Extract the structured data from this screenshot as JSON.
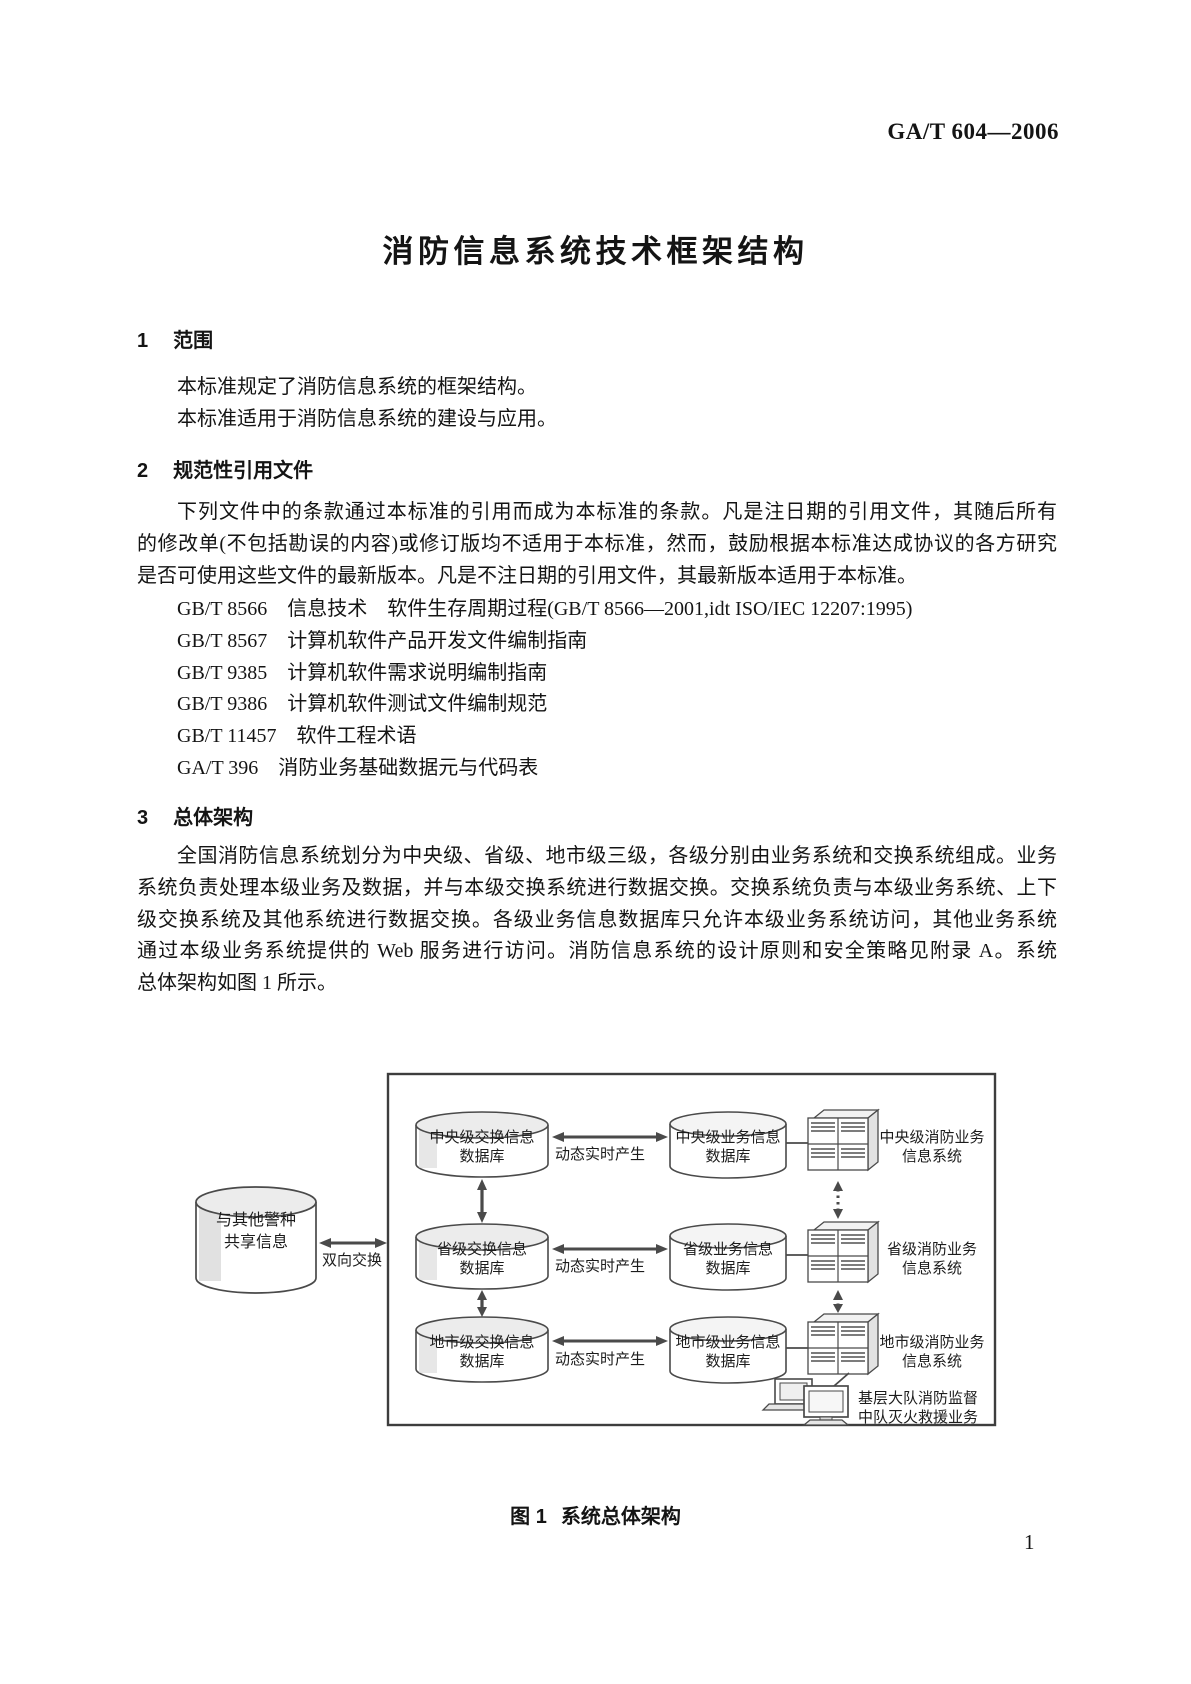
{
  "page": {
    "standard_code": "GA/T 604—2006",
    "title": "消防信息系统技术框架结构",
    "page_number": "1"
  },
  "section1": {
    "number": "1",
    "heading": "范围",
    "lines": [
      "本标准规定了消防信息系统的框架结构。",
      "本标准适用于消防信息系统的建设与应用。"
    ]
  },
  "section2": {
    "number": "2",
    "heading": "规范性引用文件",
    "paragraph": [
      "下列文件中的条款通过本标准的引用而成为本标准的条款。凡是注日期的引用文件，其随后所有",
      "的修改单(不包括勘误的内容)或修订版均不适用于本标准，然而，鼓励根据本标准达成协议的各方研究",
      "是否可使用这些文件的最新版本。凡是不注日期的引用文件，其最新版本适用于本标准。"
    ],
    "references": [
      "GB/T 8566　信息技术　软件生存周期过程(GB/T 8566—2001,idt ISO/IEC 12207:1995)",
      "GB/T 8567　计算机软件产品开发文件编制指南",
      "GB/T 9385　计算机软件需求说明编制指南",
      "GB/T 9386　计算机软件测试文件编制规范",
      "GB/T 11457　软件工程术语",
      "GA/T 396　消防业务基础数据元与代码表"
    ]
  },
  "section3": {
    "number": "3",
    "heading": "总体架构",
    "paragraph": [
      "全国消防信息系统划分为中央级、省级、地市级三级，各级分别由业务系统和交换系统组成。业务",
      "系统负责处理本级业务及数据，并与本级交换系统进行数据交换。交换系统负责与本级业务系统、上下",
      "级交换系统及其他系统进行数据交换。各级业务信息数据库只允许本级业务系统访问，其他业务系统",
      "通过本级业务系统提供的 Web 服务进行访问。消防信息系统的设计原则和安全策略见附录 A。系统",
      "总体架构如图 1 所示。"
    ]
  },
  "figure": {
    "caption_prefix": "图 1",
    "caption_text": "系统总体架构",
    "external_db": [
      "与其他警种",
      "共享信息"
    ],
    "bidirectional_label": "双向交换",
    "dynamic_label": "动态实时产生",
    "rows": [
      {
        "exchange_db": [
          "中央级交换信息",
          "数据库"
        ],
        "business_db": [
          "中央级业务信息",
          "数据库"
        ],
        "system": [
          "中央级消防业务",
          "信息系统"
        ]
      },
      {
        "exchange_db": [
          "省级交换信息",
          "数据库"
        ],
        "business_db": [
          "省级业务信息",
          "数据库"
        ],
        "system": [
          "省级消防业务",
          "信息系统"
        ]
      },
      {
        "exchange_db": [
          "地市级交换信息",
          "数据库"
        ],
        "business_db": [
          "地市级业务信息",
          "数据库"
        ],
        "system": [
          "地市级消防业务",
          "信息系统"
        ]
      }
    ],
    "terminal": [
      "基层大队消防监督",
      "中队灭火救援业务"
    ]
  }
}
